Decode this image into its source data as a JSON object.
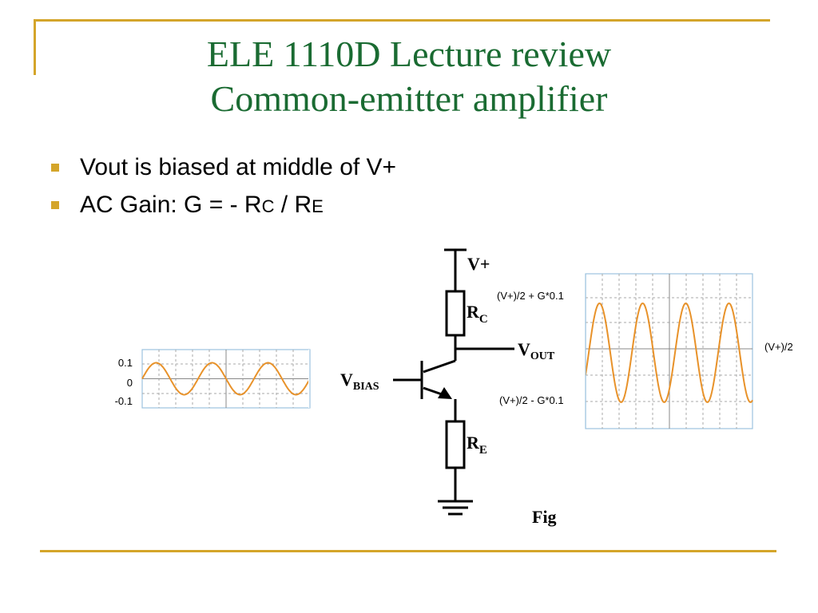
{
  "slide": {
    "title_line1": "ELE 1110D Lecture review",
    "title_line2": "Common-emitter amplifier",
    "accent_color": "#d4a52a",
    "title_color": "#1a6b32"
  },
  "bullets": [
    {
      "text": "Vout is biased at middle of V+"
    },
    {
      "text_main": "AC Gain: G = - R",
      "sub1": "C",
      "text_mid": " / R",
      "sub2": "E"
    }
  ],
  "circuit": {
    "vplus": "V+",
    "rc_main": "R",
    "rc_sub": "C",
    "vout_main": "V",
    "vout_sub": "OUT",
    "vbias_main": "V",
    "vbias_sub": "BIAS",
    "re_main": "R",
    "re_sub": "E",
    "fig_label": "Fig"
  },
  "input_scope": {
    "label_top": "0.1",
    "label_mid": "0",
    "label_bot": "-0.1",
    "wave_color": "#e8922a"
  },
  "output_scope": {
    "label_top": "(V+)/2 + G*0.1",
    "label_mid": "(V+)/2",
    "label_bot": "(V+)/2 - G*0.1",
    "wave_color": "#e8922a"
  }
}
